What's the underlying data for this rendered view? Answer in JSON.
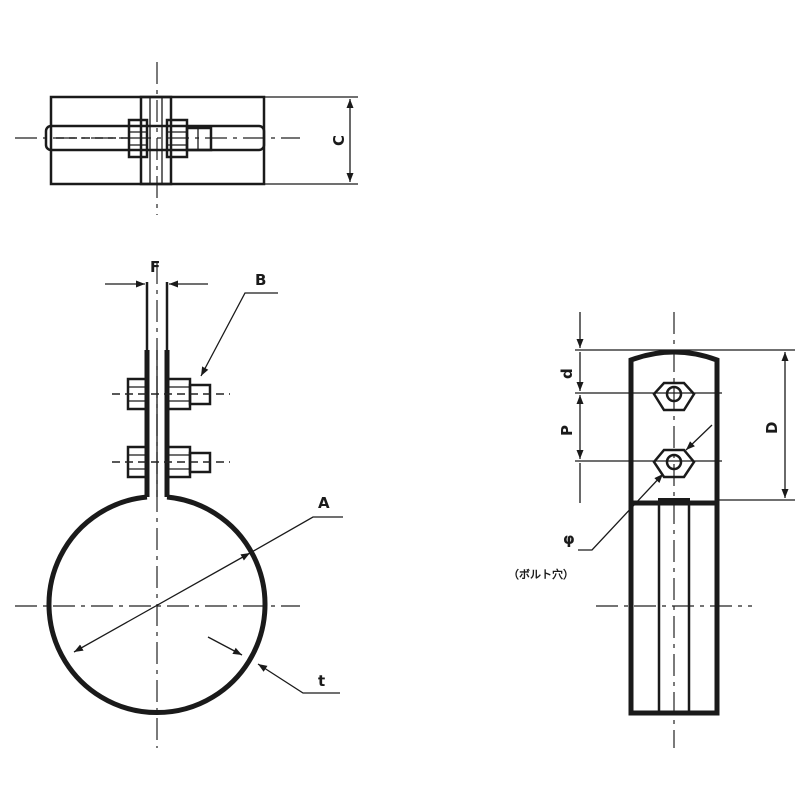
{
  "labels": {
    "c": "C",
    "f": "F",
    "b": "B",
    "a": "A",
    "t": "t",
    "d_small": "d",
    "p": "P",
    "d_big": "D",
    "phi": "φ",
    "bolt_hole": "（ボルト穴）"
  }
}
